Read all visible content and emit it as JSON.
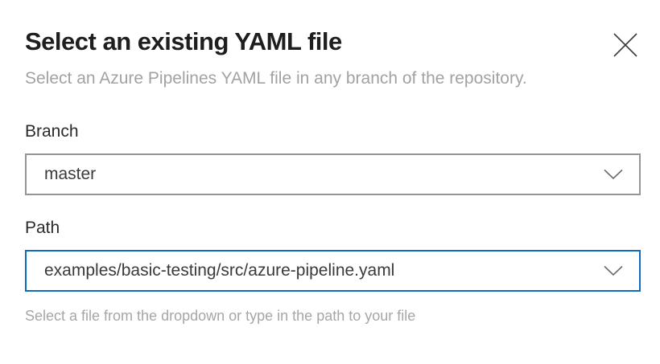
{
  "dialog": {
    "title": "Select an existing YAML file",
    "subtitle": "Select an Azure Pipelines YAML file in any branch of the repository."
  },
  "fields": {
    "branch": {
      "label": "Branch",
      "value": "master"
    },
    "path": {
      "label": "Path",
      "value": "examples/basic-testing/src/azure-pipeline.yaml",
      "helper": "Select a file from the dropdown or type in the path to your file"
    }
  },
  "icons": {
    "close": "close-icon",
    "dropdown": "chevron-down-icon"
  },
  "colors": {
    "accent_focus_border": "#0f6cbd",
    "field_border": "#979593",
    "title_text": "#1e1e1e",
    "label_text": "#2b2a29",
    "value_text": "#3b3a39",
    "muted_text": "#a3a2a0"
  }
}
